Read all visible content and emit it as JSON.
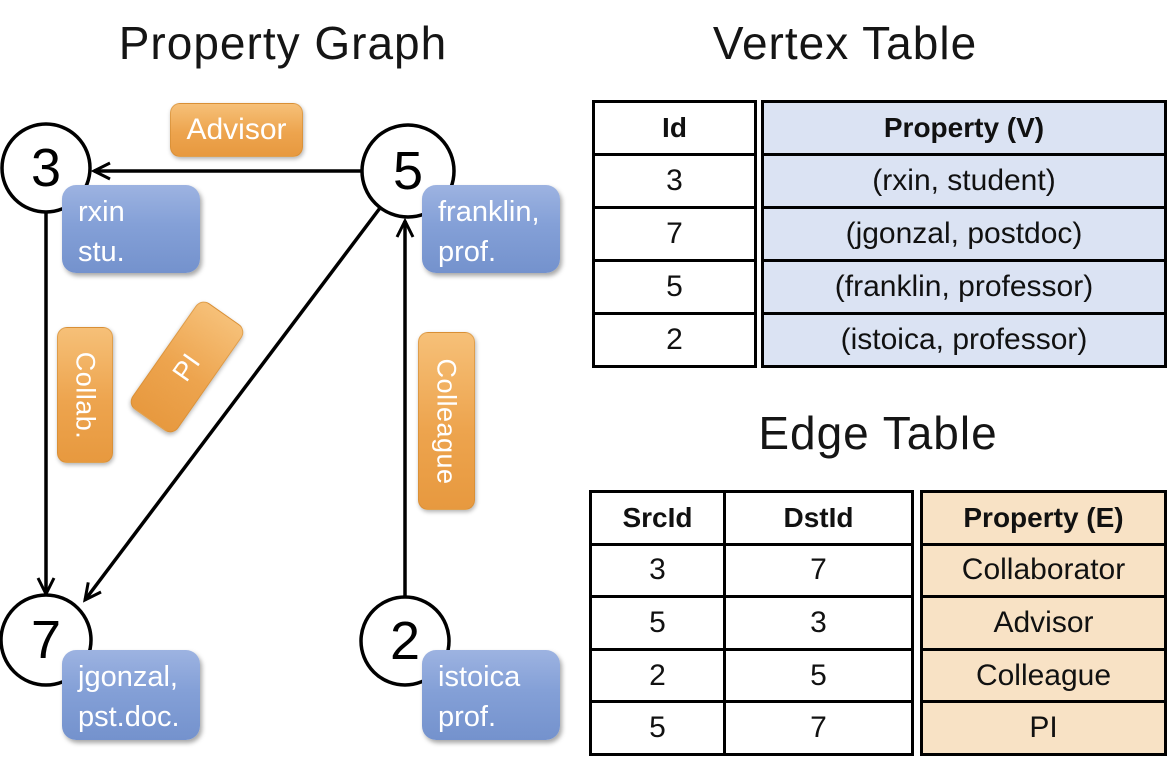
{
  "graph": {
    "title": "Property Graph",
    "nodes": [
      {
        "id": "3",
        "prop_line1": "rxin",
        "prop_line2": "stu."
      },
      {
        "id": "5",
        "prop_line1": "franklin,",
        "prop_line2": "prof."
      },
      {
        "id": "7",
        "prop_line1": "jgonzal,",
        "prop_line2": "pst.doc."
      },
      {
        "id": "2",
        "prop_line1": "istoica",
        "prop_line2": "prof."
      }
    ],
    "edge_labels": {
      "advisor": "Advisor",
      "collab": "Collab.",
      "pi": "PI",
      "colleague": "Colleague"
    }
  },
  "vertex_table": {
    "title": "Vertex Table",
    "headers": {
      "id": "Id",
      "property": "Property (V)"
    },
    "rows": [
      {
        "id": "3",
        "property": "(rxin, student)"
      },
      {
        "id": "7",
        "property": "(jgonzal, postdoc)"
      },
      {
        "id": "5",
        "property": "(franklin, professor)"
      },
      {
        "id": "2",
        "property": "(istoica, professor)"
      }
    ]
  },
  "edge_table": {
    "title": "Edge Table",
    "headers": {
      "src": "SrcId",
      "dst": "DstId",
      "property": "Property (E)"
    },
    "rows": [
      {
        "src": "3",
        "dst": "7",
        "property": "Collaborator"
      },
      {
        "src": "5",
        "dst": "3",
        "property": "Advisor"
      },
      {
        "src": "2",
        "dst": "5",
        "property": "Colleague"
      },
      {
        "src": "5",
        "dst": "7",
        "property": "PI"
      }
    ]
  },
  "colors": {
    "edge_label_orange": "#eda44e",
    "vertex_label_blue": "#84a0d7",
    "vertex_table_fill": "#dbe3f3",
    "edge_table_fill": "#f8e2c5",
    "line_black": "#000000"
  }
}
